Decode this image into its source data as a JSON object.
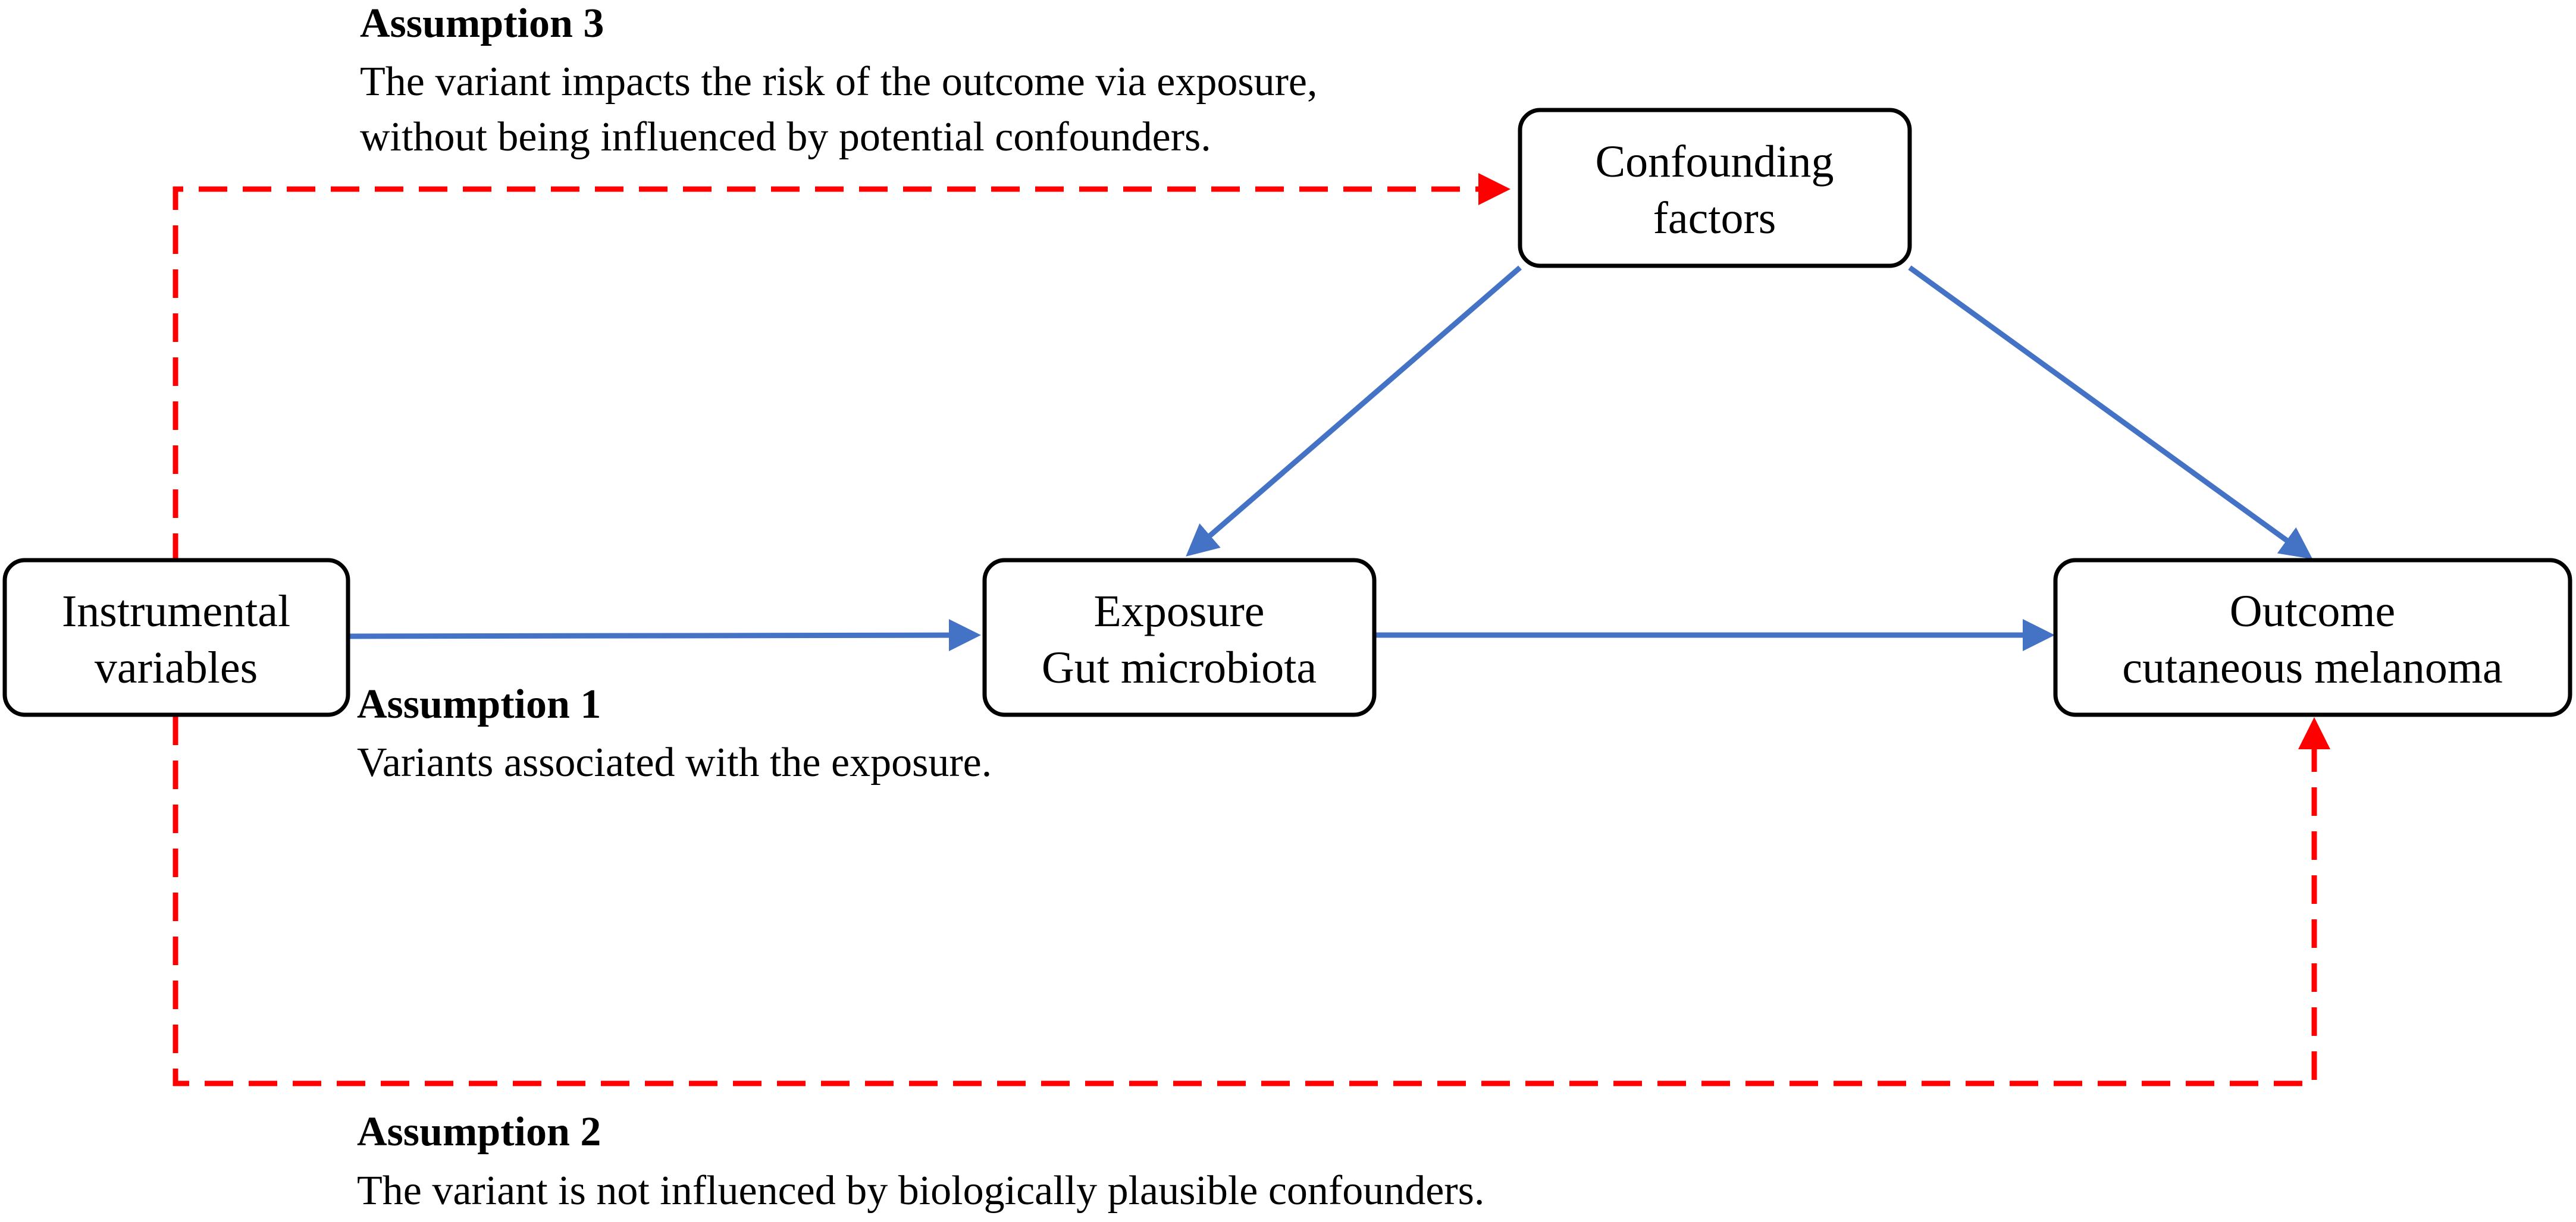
{
  "nodes": {
    "instrumental": {
      "line1": "Instrumental",
      "line2": "variables"
    },
    "exposure": {
      "line1": "Exposure",
      "line2": "Gut microbiota"
    },
    "outcome": {
      "line1": "Outcome",
      "line2": "cutaneous melanoma"
    },
    "confounding": {
      "line1": "Confounding",
      "line2": "factors"
    }
  },
  "assumptions": {
    "a1": {
      "title": "Assumption 1",
      "line1": "Variants associated with the exposure."
    },
    "a2": {
      "title": "Assumption 2",
      "line1": "The variant is not influenced by biologically plausible confounders."
    },
    "a3": {
      "title": "Assumption 3",
      "line1": "The variant impacts the risk of the outcome via exposure,",
      "line2": "without being influenced by potential confounders."
    }
  },
  "colors": {
    "causal_arrow": "#4472C4",
    "assumption_arrow": "#FF0000"
  }
}
